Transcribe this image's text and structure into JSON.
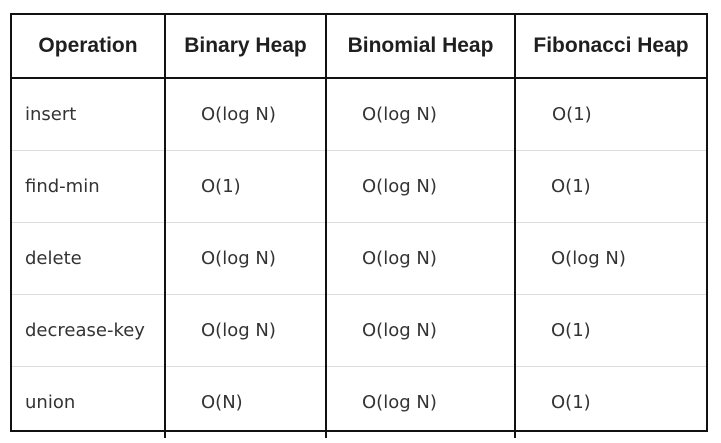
{
  "table": {
    "headers": [
      "Operation",
      "Binary Heap",
      "Binomial Heap",
      "Fibonacci Heap"
    ],
    "rows": [
      {
        "operation": "insert",
        "binary": "O(log N)",
        "binomial": "O(log N)",
        "fibonacci": "O(1)"
      },
      {
        "operation": "find-min",
        "binary": "O(1)",
        "binomial": "O(log N)",
        "fibonacci": "O(1)"
      },
      {
        "operation": "delete",
        "binary": "O(log N)",
        "binomial": "O(log N)",
        "fibonacci": "O(log N)"
      },
      {
        "operation": "decrease-key",
        "binary": "O(log N)",
        "binomial": "O(log N)",
        "fibonacci": "O(1)"
      },
      {
        "operation": "union",
        "binary": "O(N)",
        "binomial": "O(log N)",
        "fibonacci": "O(1)"
      }
    ]
  }
}
